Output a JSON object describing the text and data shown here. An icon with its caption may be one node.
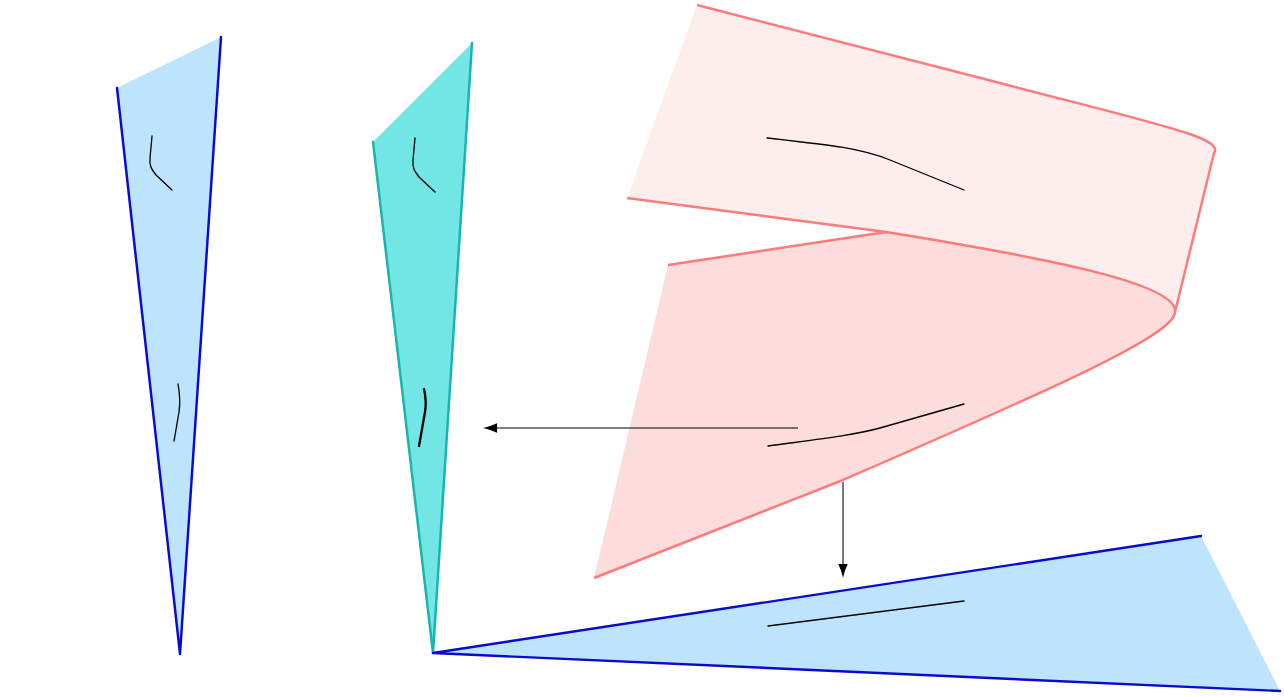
{
  "diagram": {
    "nodes": [
      {
        "text": [],
        "shape": "wedge"
      },
      {
        "text": [],
        "shape": "wedge"
      },
      {
        "text": [],
        "shape": "sheet"
      },
      {
        "text": [],
        "shape": "wedge"
      }
    ],
    "edges": [
      {
        "from": 2,
        "to": 1,
        "arrow": "to"
      },
      {
        "from": 2,
        "to": 3,
        "arrow": "to"
      }
    ]
  }
}
